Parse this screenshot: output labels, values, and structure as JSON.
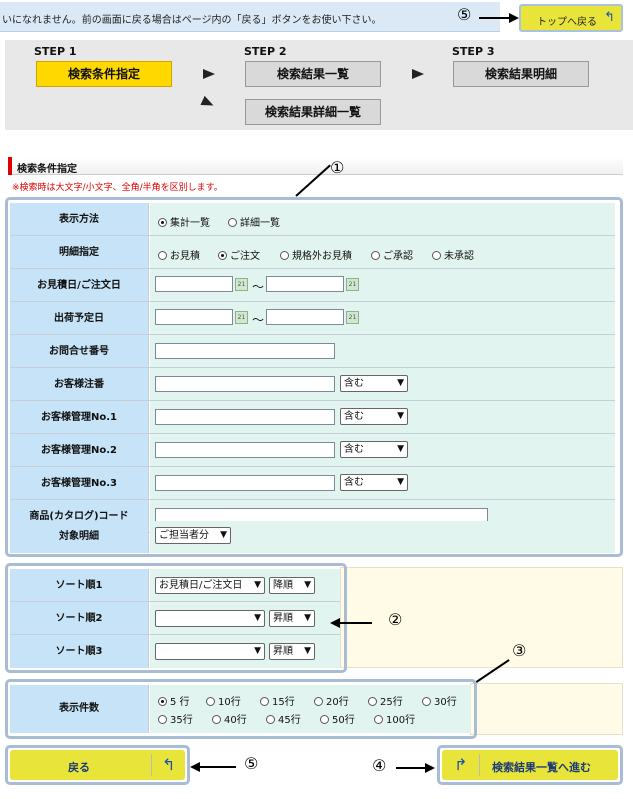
{
  "notice": "いになれません。前の画面に戻る場合はページ内の「戻る」ボタンをお使い下さい。",
  "callouts": {
    "c1": "①",
    "c2": "②",
    "c3": "③",
    "c4": "④",
    "c5a": "⑤",
    "c5b": "⑤"
  },
  "top_button": {
    "label": "トップへ戻る",
    "icon": "↰"
  },
  "steps": [
    {
      "step": "STEP 1",
      "label": "検索条件指定"
    },
    {
      "step": "STEP 2",
      "label": "検索結果一覧"
    },
    {
      "step": "STEP 3",
      "label": "検索結果明細"
    },
    {
      "label": "検索結果詳細一覧"
    }
  ],
  "section": {
    "title": "検索条件指定",
    "note": "※検索時は大文字/小文字、全角/半角を区別します。"
  },
  "form": {
    "display_method": {
      "label": "表示方法",
      "options": [
        "集計一覧",
        "詳細一覧"
      ],
      "selected": "集計一覧"
    },
    "detail": {
      "label": "明細指定",
      "options": [
        "お見積",
        "ご注文",
        "規格外お見積",
        "ご承認",
        "未承認"
      ],
      "selected": "ご注文"
    },
    "order_date": {
      "label": "お見積日/ご注文日",
      "tilde": "～"
    },
    "ship_date": {
      "label": "出荷予定日",
      "tilde": "～"
    },
    "inquiry_no": {
      "label": "お問合せ番号"
    },
    "customer_order": {
      "label": "お客様注番",
      "match": "含む"
    },
    "mgmt1": {
      "label": "お客様管理No.1",
      "match": "含む"
    },
    "mgmt2": {
      "label": "お客様管理No.2",
      "match": "含む"
    },
    "mgmt3": {
      "label": "お客様管理No.3",
      "match": "含む"
    },
    "catalog_code": {
      "label": "商品(カタログ)コード"
    },
    "target": {
      "label": "対象明細",
      "value": "ご担当者分"
    }
  },
  "sort": [
    {
      "label": "ソート順1",
      "field": "お見積日/ご注文日",
      "order": "降順"
    },
    {
      "label": "ソート順2",
      "field": "",
      "order": "昇順"
    },
    {
      "label": "ソート順3",
      "field": "",
      "order": "昇順"
    }
  ],
  "count": {
    "label": "表示件数",
    "options": [
      "5 行",
      "10行",
      "15行",
      "20行",
      "25行",
      "30行",
      "35行",
      "40行",
      "45行",
      "50行",
      "100行"
    ],
    "selected": "5 行"
  },
  "buttons": {
    "back": "戻る",
    "next": "検索結果一覧へ進む",
    "back_icon": "↰",
    "next_icon": "↱"
  }
}
